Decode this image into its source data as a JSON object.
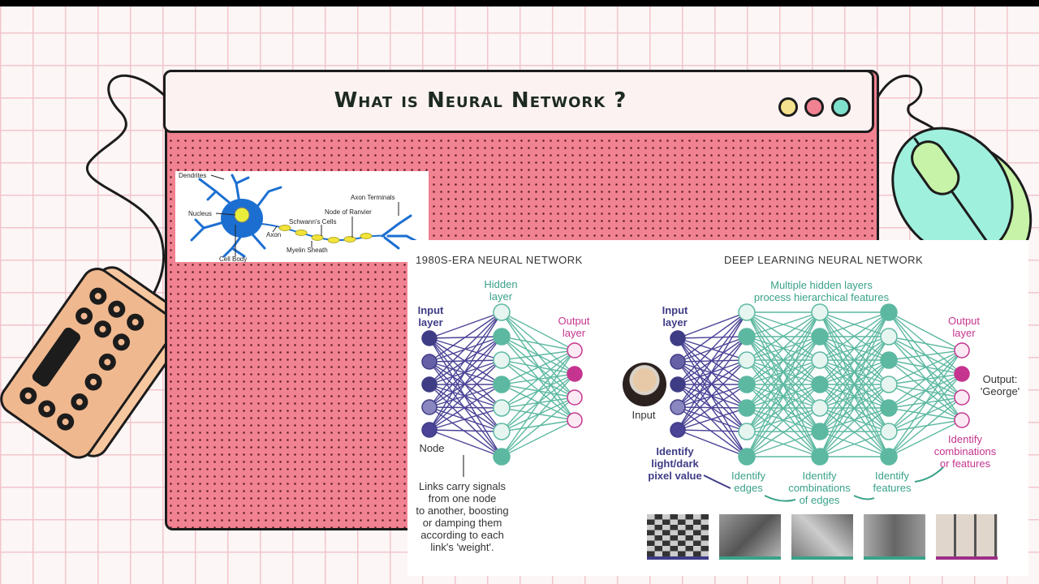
{
  "slide": {
    "title": "What is Neural Network ?",
    "window_buttons": [
      {
        "name": "yellow",
        "color": "#f5e28e"
      },
      {
        "name": "pink",
        "color": "#f08291"
      },
      {
        "name": "mint",
        "color": "#7fe0cc"
      }
    ]
  },
  "neuron": {
    "labels": {
      "dendrites": "Dendrites",
      "nucleus": "Nucleus",
      "cell_body": "Cell Body",
      "axon": "Axon",
      "schwann": "Schwann's Cells",
      "ranvier": "Node of Ranvier",
      "terminals": "Axon Terminals",
      "myelin": "Myelin Sheath"
    }
  },
  "nn": {
    "left_title": "1980S-ERA NEURAL NETWORK",
    "right_title": "DEEP LEARNING NEURAL NETWORK",
    "left": {
      "input_layer": "Input\nlayer",
      "hidden_layer": "Hidden\nlayer",
      "output_layer": "Output\nlayer",
      "node": "Node",
      "links_note": "Links carry signals\nfrom one node\nto another, boosting\nor damping them\naccording to each\nlink's 'weight'."
    },
    "right": {
      "input_layer": "Input\nlayer",
      "multiple_hidden": "Multiple hidden layers\nprocess hierarchical features",
      "output_layer": "Output\nlayer",
      "input_caption": "Input",
      "output_value": "Output:\n'George'",
      "identify_pixel": "Identify\nlight/dark\npixel value",
      "identify_edges": "Identify\nedges",
      "identify_comb_edges": "Identify\ncombinations\nof edges",
      "identify_features": "Identify\nfeatures",
      "identify_comb_features": "Identify\ncombinations\nor features"
    }
  }
}
